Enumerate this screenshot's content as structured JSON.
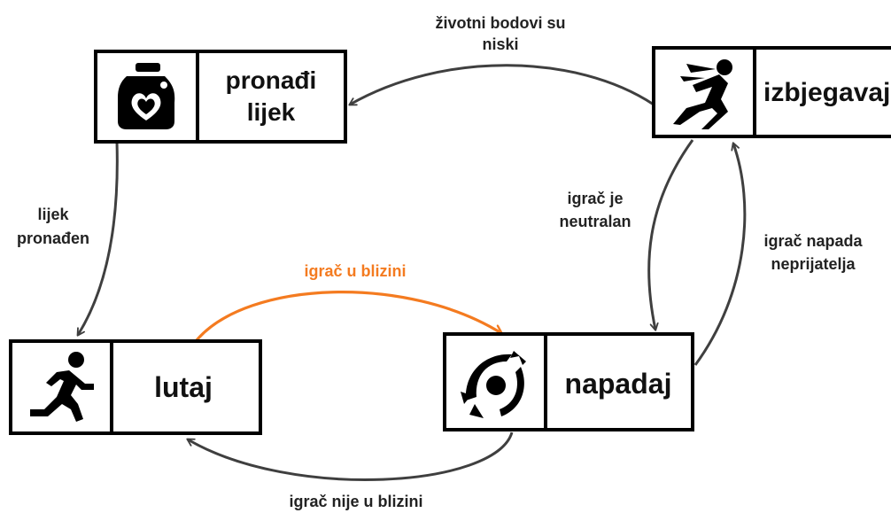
{
  "states": {
    "find_cure": {
      "line1": "pronađi",
      "line2": "lijek",
      "icon": "potion-heart-icon"
    },
    "evade": {
      "label": "izbjegavaj",
      "icon": "dash-running-icon"
    },
    "wander": {
      "label": "lutaj",
      "icon": "running-man-icon"
    },
    "attack": {
      "label": "napadaj",
      "icon": "spinning-attack-icon"
    }
  },
  "transitions": {
    "low_health": {
      "line1": "životni bodovi su",
      "line2": "niski"
    },
    "cure_found": {
      "line1": "lijek",
      "line2": "pronađen"
    },
    "player_neutral": {
      "line1": "igrač je",
      "line2": "neutralan"
    },
    "player_attacks": {
      "line1": "igrač napada",
      "line2": "neprijatelja"
    },
    "player_near": {
      "label": "igrač u blizini"
    },
    "player_not_near": {
      "label": "igrač nije u blizini"
    }
  },
  "colors": {
    "border": "#000000",
    "arrow": "#3f3f3f",
    "highlight": "#f47b20"
  }
}
